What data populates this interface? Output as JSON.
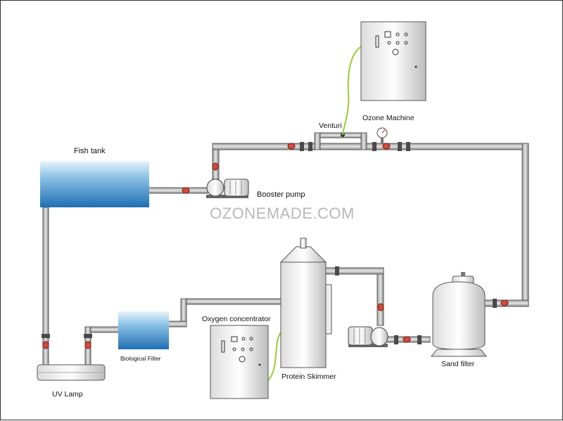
{
  "labels": {
    "fish_tank": "Fish tank",
    "booster_pump": "Booster pump",
    "ozone_machine": "Ozone Machine",
    "venturi": "Venturi",
    "oxygen_concentrator": "Oxygen concentrator",
    "protein_skimmer": "Protein Skimmer",
    "sand_filter": "Sand filter",
    "biological_filter": "Biological Filter",
    "uv_lamp": "UV Lamp"
  },
  "watermark": "OZONEMADE.COM",
  "colors": {
    "pipe": "#7a7a7a",
    "pipe_dark": "#555555",
    "water_top": "#dff0fb",
    "water_bottom": "#1f6fb4",
    "valve": "#c0392b",
    "ozone_line": "#9acd32"
  }
}
